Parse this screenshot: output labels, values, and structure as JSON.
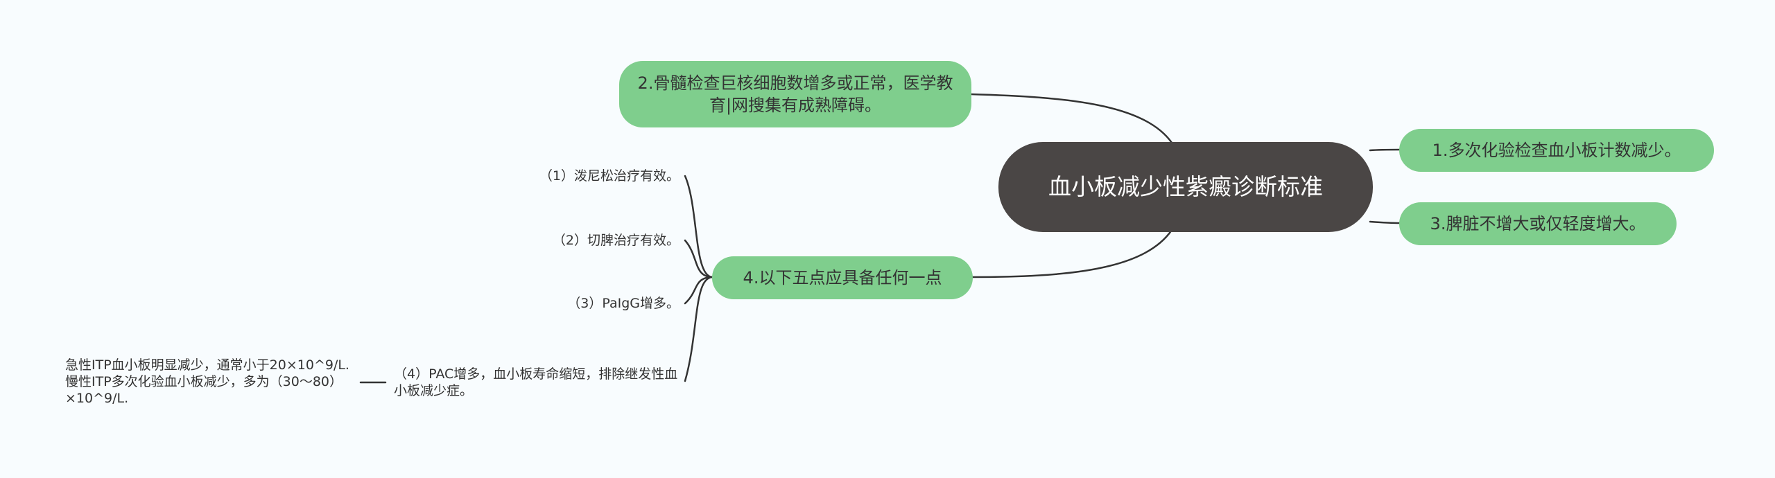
{
  "root": {
    "label": "血小板减少性紫癜诊断标准"
  },
  "branches": {
    "b1": {
      "label": "1.多次化验检查血小板计数减少。"
    },
    "b2": {
      "label": "2.骨髓检查巨核细胞数增多或正常，医学教育|网搜集有成熟障碍。"
    },
    "b3": {
      "label": "3.脾脏不增大或仅轻度增大。"
    },
    "b4": {
      "label": "4.以下五点应具备任何一点"
    }
  },
  "leaves": {
    "l1": {
      "label": "（1）泼尼松治疗有效。"
    },
    "l2": {
      "label": "（2）切脾治疗有效。"
    },
    "l3": {
      "label": "（3）PaIgG增多。"
    },
    "l4": {
      "label": "（4）PAC增多，血小板寿命缩短，排除继发性血小板减少症。"
    },
    "l5": {
      "label": "急性ITP血小板明显减少，通常小于20×10^9/L. 慢性ITP多次化验血小板减少，多为（30～80）×10^9/L."
    }
  },
  "colors": {
    "root_fill": "#4a4645",
    "branch_fill": "#7fce8d",
    "line": "#333333",
    "background": "#f8fcfe"
  }
}
